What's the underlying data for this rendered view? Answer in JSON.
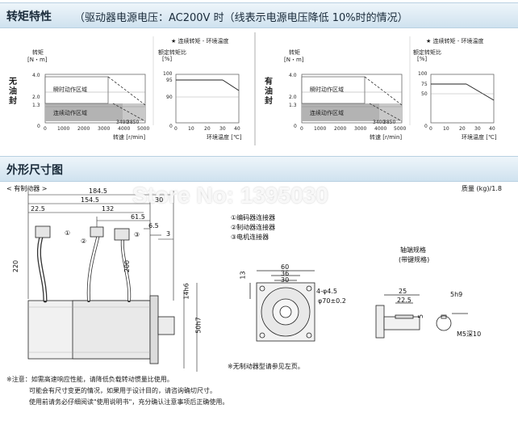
{
  "section1": {
    "title": "转矩特性",
    "subtitle": "（驱动器电源电压：AC200V 时（线表示电源电压降低 10%时的情况）"
  },
  "legend_text": "★ 连续转矩 - 环境温度",
  "chart_left": {
    "side_label": "无油封",
    "torque_axis": {
      "title": "转矩",
      "unit": "[N・m]",
      "ticks": [
        "4.0",
        "2.0",
        "1.3",
        "0"
      ]
    },
    "speed_axis": {
      "title": "转速 [r/min]",
      "ticks": [
        "0",
        "1000",
        "2000",
        "3000",
        "4000",
        "5000"
      ],
      "extra_ticks": [
        "3400",
        "3850"
      ]
    },
    "region_peak": "瞬时动作区域",
    "region_cont": "连续动作区域",
    "ratio_axis": {
      "title": "额定转矩比",
      "unit": "[%]",
      "ticks": [
        "100",
        "95",
        "90",
        "0"
      ]
    },
    "temp_axis": {
      "title": "环境温度 [℃]",
      "ticks": [
        "0",
        "10",
        "20",
        "30",
        "40"
      ]
    }
  },
  "chart_right": {
    "side_label": "有油封",
    "torque_axis": {
      "title": "转矩",
      "unit": "[N・m]",
      "ticks": [
        "4.0",
        "2.0",
        "1.3",
        "0"
      ]
    },
    "speed_axis": {
      "title": "转速 [r/min]",
      "ticks": [
        "0",
        "1000",
        "2000",
        "3000",
        "4000",
        "5000"
      ],
      "extra_ticks": [
        "3400",
        "3850"
      ]
    },
    "region_peak": "瞬时动作区域",
    "region_cont": "连续动作区域",
    "ratio_axis": {
      "title": "额定转矩比",
      "unit": "[%]",
      "ticks": [
        "100",
        "75",
        "50",
        "0"
      ]
    },
    "temp_axis": {
      "title": "环境温度 [℃]",
      "ticks": [
        "0",
        "10",
        "20",
        "30",
        "40"
      ]
    }
  },
  "section2": {
    "title": "外形尺寸图"
  },
  "drawing": {
    "caption": "< 有制动器 >",
    "mass": "质量 (kg)/1.8",
    "watermark": "Store No: 1395030",
    "dims": [
      "184.5",
      "154.5",
      "30",
      "22.5",
      "132",
      "61.5",
      "6.5",
      "3",
      "220",
      "200",
      "14h6",
      "50h7",
      "60",
      "36",
      "30",
      "4-φ4.5",
      "φ70±0.2",
      "13",
      "25",
      "22.5",
      "5h9",
      "5",
      "M5深10"
    ],
    "callout_nums": [
      "①",
      "②",
      "③"
    ],
    "connectors": [
      "①编码器连接器",
      "②制动器连接器",
      "③电机连接器"
    ],
    "shaft_title": "轴端规格",
    "shaft_sub": "(带键规格)",
    "no_brake_note": "※无制动器型请参见左页。"
  },
  "notes": [
    "※注意：如需高速响应性能，请降低负载转动惯量比使用。",
    "可能会有尺寸变更的情况，如果用于设计目的，请咨询确切尺寸。",
    "使用前请务必仔细阅读\"使用说明书\"，充分确认注意事项后正确使用。"
  ]
}
